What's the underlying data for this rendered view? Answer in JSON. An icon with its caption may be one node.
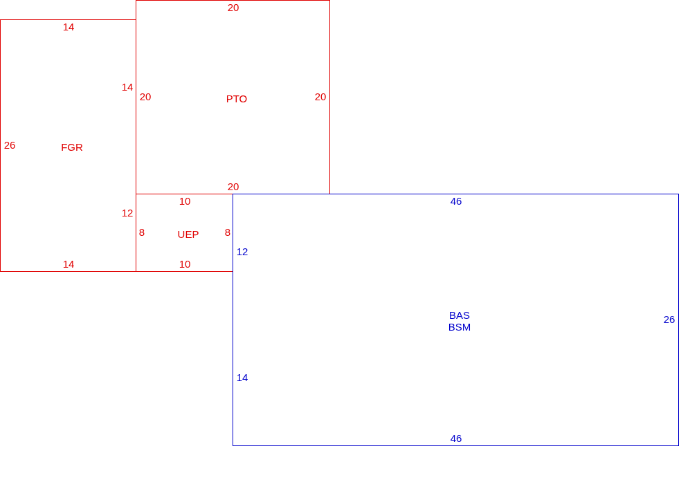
{
  "diagram": {
    "nodes": [
      {
        "text": [
          "14",
          "14",
          "26",
          "FGR",
          "12",
          "14"
        ]
      },
      {
        "text": [
          "20",
          "20",
          "PTO",
          "20",
          "20"
        ]
      },
      {
        "text": [
          "10",
          "8",
          "UEP",
          "8",
          "10"
        ]
      },
      {
        "text": [
          "46",
          "12",
          "BAS",
          "BSM",
          "26",
          "14",
          "46"
        ]
      }
    ]
  }
}
